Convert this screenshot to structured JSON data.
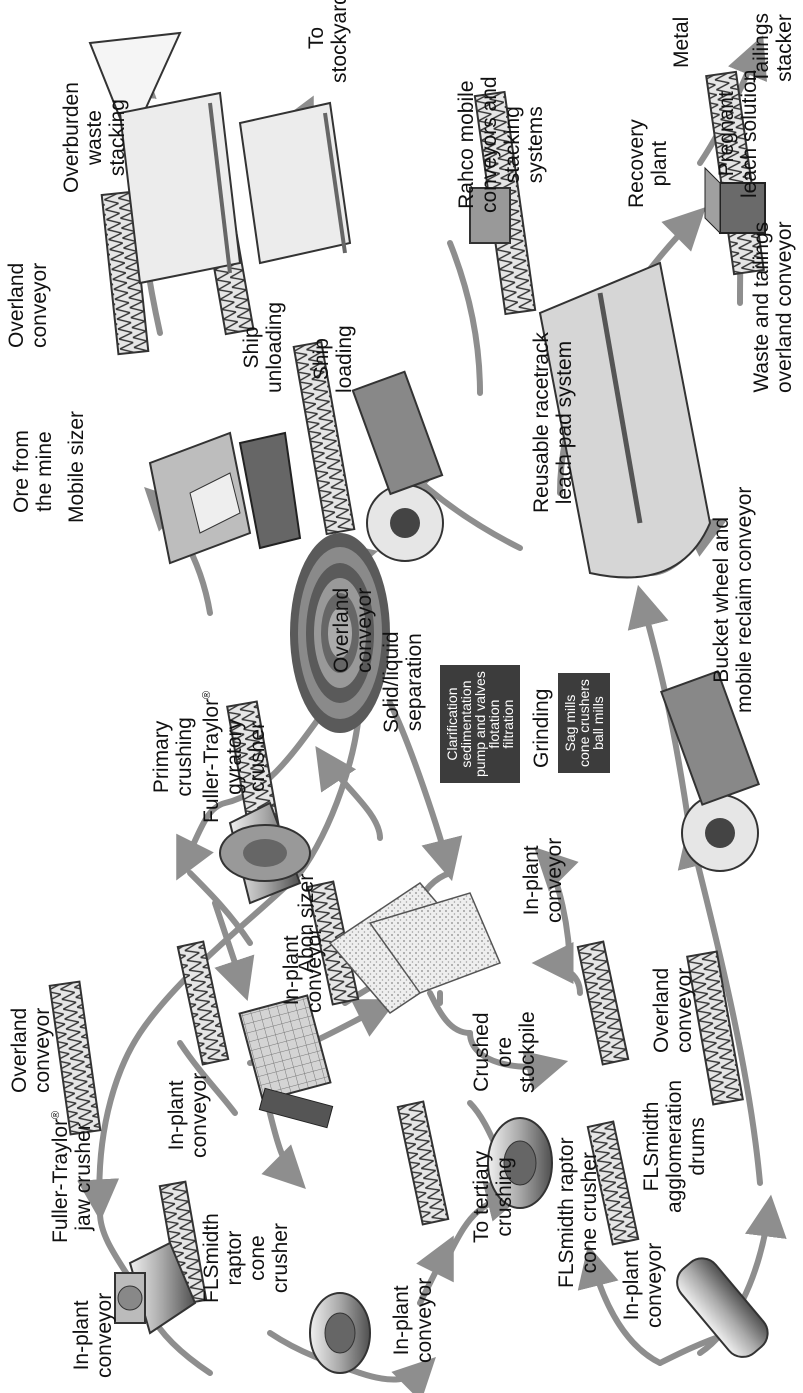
{
  "colors": {
    "flow_arrow": "#8e8e8e",
    "equipment_dark": "#4a4a4a",
    "equipment_light": "#cfcfcf",
    "box_fill": "#3c3c3c",
    "box_text": "#ffffff",
    "text": "#111111"
  },
  "labels": {
    "fuller_traylor_jaw": {
      "line1": "Fuller-Traylor",
      "reg": "®",
      "line2": "jaw crusher"
    },
    "inplant_jaw": [
      "In-plant",
      "conveyor"
    ],
    "overland_left": [
      "Overland",
      "conveyor"
    ],
    "flsmidth_raptor": [
      "FLSmidth",
      "raptor",
      "cone",
      "crusher"
    ],
    "inplant_abon": [
      "In-plant",
      "conveyor"
    ],
    "abon_sizer": "Abon sizer",
    "inplant_gyratory": [
      "In-plant",
      "conveyor"
    ],
    "primary_crushing": {
      "line1": "Primary",
      "line2": "crushing",
      "line3": "Fuller-Traylor",
      "reg": "®",
      "line4": "gyratory",
      "line5": "crusher"
    },
    "inplant_raptor_out": [
      "In-plant",
      "conveyor"
    ],
    "to_tertiary": [
      "To tertiary",
      "crushing"
    ],
    "raptor_cone_2": [
      "FLSmidth raptor",
      "cone crusher"
    ],
    "crushed_ore": [
      "Crushed",
      "ore",
      "stockpile"
    ],
    "inplant_grinding": [
      "In-plant",
      "conveyor"
    ],
    "inplant_agglo": [
      "In-plant",
      "conveyor"
    ],
    "agglomeration": [
      "FLSmidth",
      "agglomeration",
      "drums"
    ],
    "overland_bottom": [
      "Overland",
      "conveyor"
    ],
    "solid_liquid": [
      "Solid/liquid",
      "separation"
    ],
    "grinding": "Grinding",
    "ore_from_mine": [
      "Ore from",
      "the mine"
    ],
    "mobile_sizer": "Mobile sizer",
    "overland_middle": [
      "Overland",
      "conveyor"
    ],
    "bucket_wheel": [
      "Bucket wheel and",
      "mobile reclaim conveyor"
    ],
    "reusable_racetrack": [
      "Reusable racetrack",
      "leach pad system"
    ],
    "overland_top": [
      "Overland",
      "conveyor"
    ],
    "overburden": [
      "Overburden",
      "waste",
      "stacking"
    ],
    "ship_unloading": [
      "Ship",
      "unloading"
    ],
    "ship_loading": [
      "Ship",
      "loading"
    ],
    "to_stockyard": [
      "To",
      "stockyard"
    ],
    "rahco": [
      "Rahco mobile",
      "conveyors and",
      "stacking",
      "systems"
    ],
    "recovery_plant": [
      "Recovery",
      "plant"
    ],
    "metal": "Metal",
    "pregnant_leach": [
      "Pregnant",
      "leach solution"
    ],
    "waste_tailings": [
      "Waste and tailings",
      "overland conveyor"
    ],
    "tailings_stacker": [
      "Tailings",
      "stacker"
    ]
  },
  "boxes": {
    "separation": [
      "Clarification",
      "sedimentation",
      "pump and valves",
      "flotation",
      "filtration"
    ],
    "grinding": [
      "Sag mills",
      "cone crushers",
      "ball mills"
    ]
  }
}
